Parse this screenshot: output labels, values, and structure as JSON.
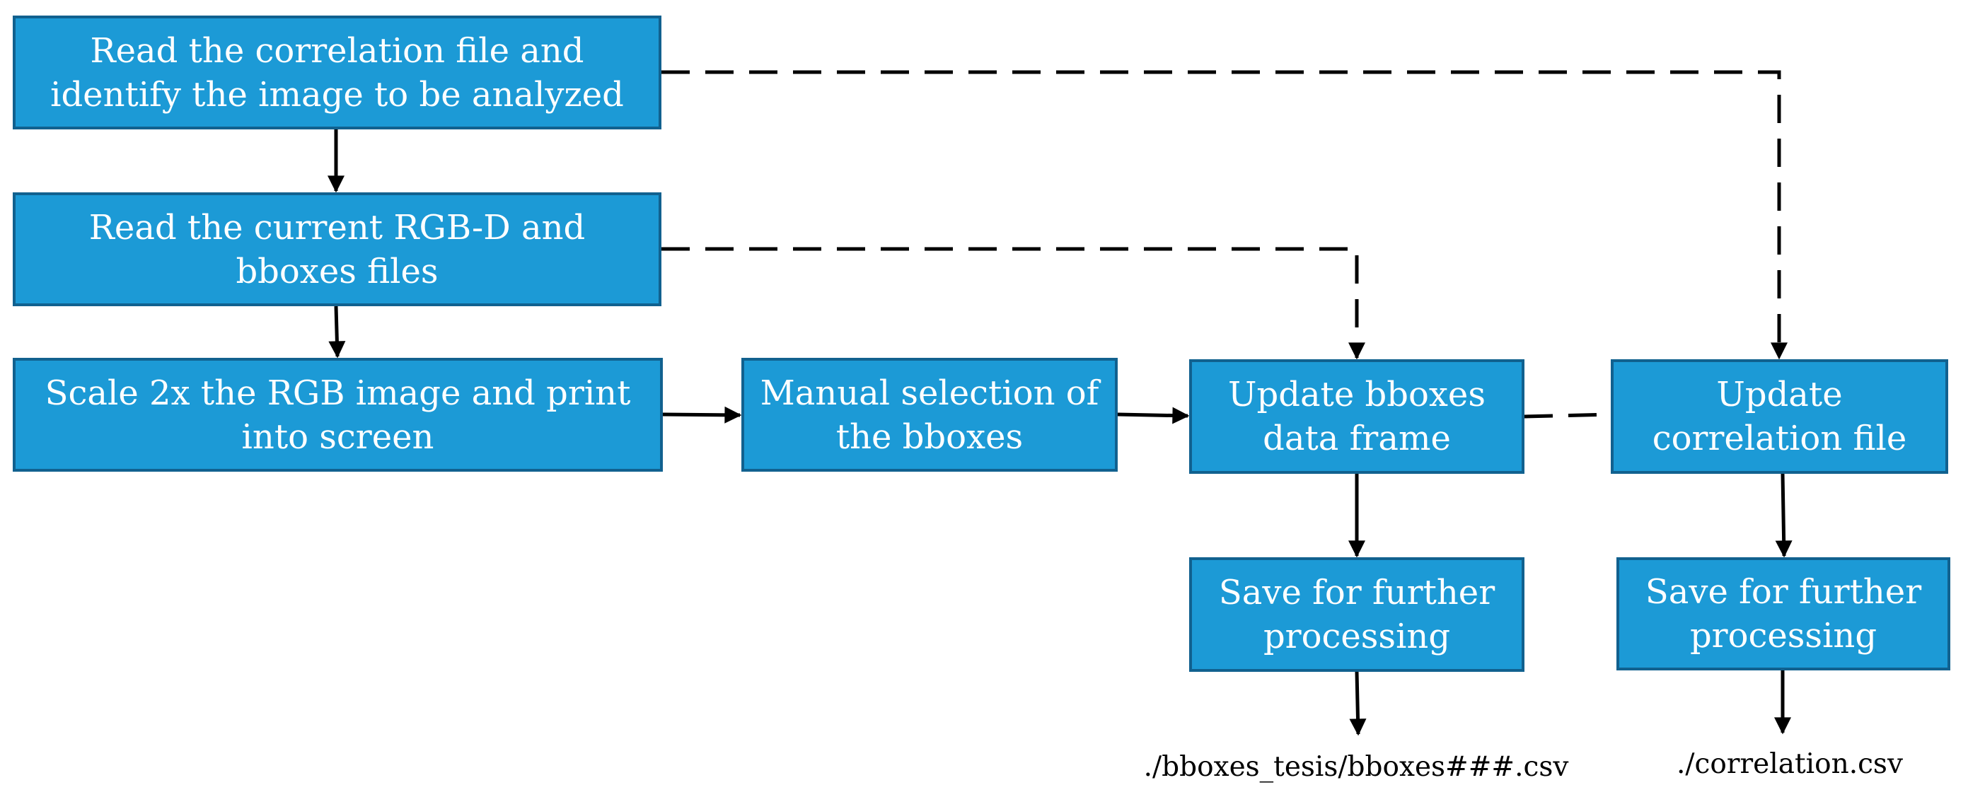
{
  "diagram": {
    "nodes": {
      "read_correlation": "Read the correlation file and identify the image to be analyzed",
      "read_rgbd": "Read the current RGB-D and bboxes files",
      "scale_rgb": "Scale 2x the RGB image and print into screen",
      "manual_selection": "Manual selection of the bboxes",
      "update_bboxes": "Update bboxes data frame",
      "update_correlation": "Update correlation file",
      "save_bboxes": "Save for further processing",
      "save_correlation": "Save for further processing"
    },
    "outputs": {
      "bboxes_csv": "./bboxes_tesis/bboxes###.csv",
      "correlation_csv": "./correlation.csv"
    },
    "edges": [
      {
        "from": "read_correlation",
        "to": "read_rgbd",
        "style": "solid"
      },
      {
        "from": "read_rgbd",
        "to": "scale_rgb",
        "style": "solid"
      },
      {
        "from": "scale_rgb",
        "to": "manual_selection",
        "style": "solid"
      },
      {
        "from": "manual_selection",
        "to": "update_bboxes",
        "style": "solid"
      },
      {
        "from": "update_bboxes",
        "to": "save_bboxes",
        "style": "solid"
      },
      {
        "from": "save_bboxes",
        "to": "bboxes_csv",
        "style": "solid"
      },
      {
        "from": "update_correlation",
        "to": "save_correlation",
        "style": "solid"
      },
      {
        "from": "save_correlation",
        "to": "correlation_csv",
        "style": "solid"
      },
      {
        "from": "read_correlation",
        "to": "update_correlation",
        "style": "dashed"
      },
      {
        "from": "read_rgbd",
        "to": "update_bboxes",
        "style": "dashed"
      },
      {
        "from": "update_bboxes",
        "to": "update_correlation",
        "style": "dashed"
      }
    ],
    "colors": {
      "box_fill": "#1c9ad6",
      "box_border": "#11618f",
      "box_text": "#ffffff",
      "connector": "#000000"
    }
  }
}
